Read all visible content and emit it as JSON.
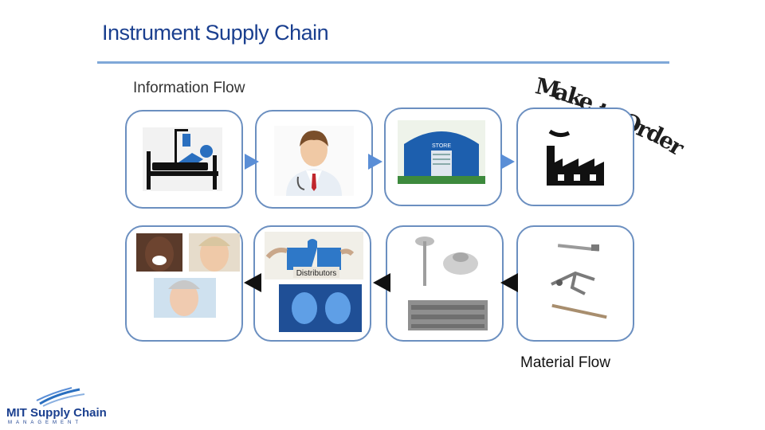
{
  "title": "Instrument Supply Chain",
  "information_flow_label": "Information Flow",
  "material_flow_label": "Material Flow",
  "make_to_order": {
    "letters": [
      "M",
      "a",
      "k",
      "e",
      "t",
      "o",
      "O",
      "r",
      "d",
      "e",
      "r"
    ]
  },
  "distributors_label": "Distributors",
  "store_label": "STORE",
  "logo": {
    "name": "MIT Supply Chain",
    "sub": "MANAGEMENT"
  },
  "top_row": [
    {
      "icon": "hospital-bed-icon"
    },
    {
      "icon": "doctor-icon"
    },
    {
      "icon": "store-warehouse-icon"
    },
    {
      "icon": "factory-icon"
    }
  ],
  "bottom_row": [
    {
      "icon": "patients-photo"
    },
    {
      "icon": "distributors-photo"
    },
    {
      "icon": "instruments-photo"
    },
    {
      "icon": "manufacturer-tools-photo"
    }
  ]
}
